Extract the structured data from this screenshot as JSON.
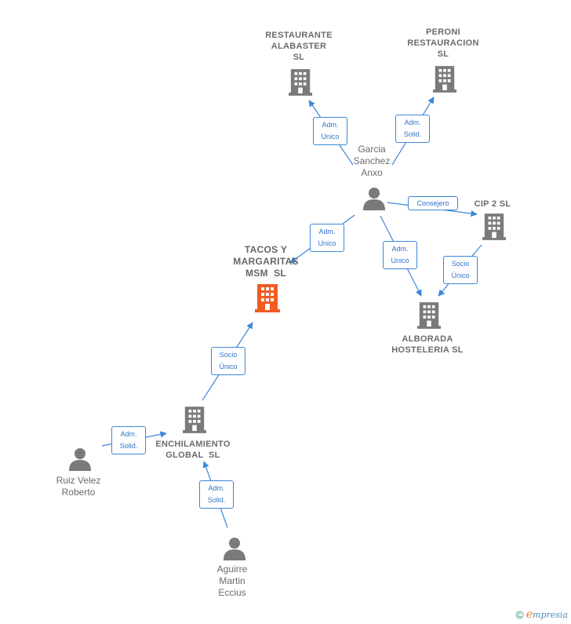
{
  "colors": {
    "edge": "#3d87d8",
    "building": "#7a7a7a",
    "focus": "#f25a22",
    "person": "#7a7a7a"
  },
  "nodes": {
    "restaurante": {
      "label": "RESTAURANTE\nALABASTER\nSL",
      "icon": "building-icon"
    },
    "peroni": {
      "label": "PERONI\nRESTAURACION\nSL",
      "icon": "building-icon"
    },
    "garcia": {
      "label": "Garcia\nSanchez\nAnxo",
      "icon": "person-icon"
    },
    "cip2": {
      "label": "CIP 2 SL",
      "icon": "building-icon"
    },
    "tacos": {
      "label": "TACOS Y\nMARGARITAS\nMSM  SL",
      "icon": "building-icon"
    },
    "alborada": {
      "label": "ALBORADA\nHOSTELERIA SL",
      "icon": "building-icon"
    },
    "enchilamiento": {
      "label": "ENCHILAMIENTO\nGLOBAL  SL",
      "icon": "building-icon"
    },
    "ruiz": {
      "label": "Ruiz Velez\nRoberto",
      "icon": "person-icon"
    },
    "aguirre": {
      "label": "Aguirre\nMartin\nEccius",
      "icon": "person-icon"
    }
  },
  "relations": {
    "r1": "Adm.\nUnico",
    "r2": "Adm.\nSolid.",
    "r3": "Consejero",
    "r4": "Adm.\nUnico",
    "r5": "Adm.\nUnico",
    "r6": "Socio\nÚnico",
    "r7": "Socio\nÚnico",
    "r8": "Adm.\nSolid.",
    "r9": "Adm.\nSolid."
  },
  "brand": {
    "copyright": "©",
    "e": "e",
    "rest": "mpresia"
  }
}
